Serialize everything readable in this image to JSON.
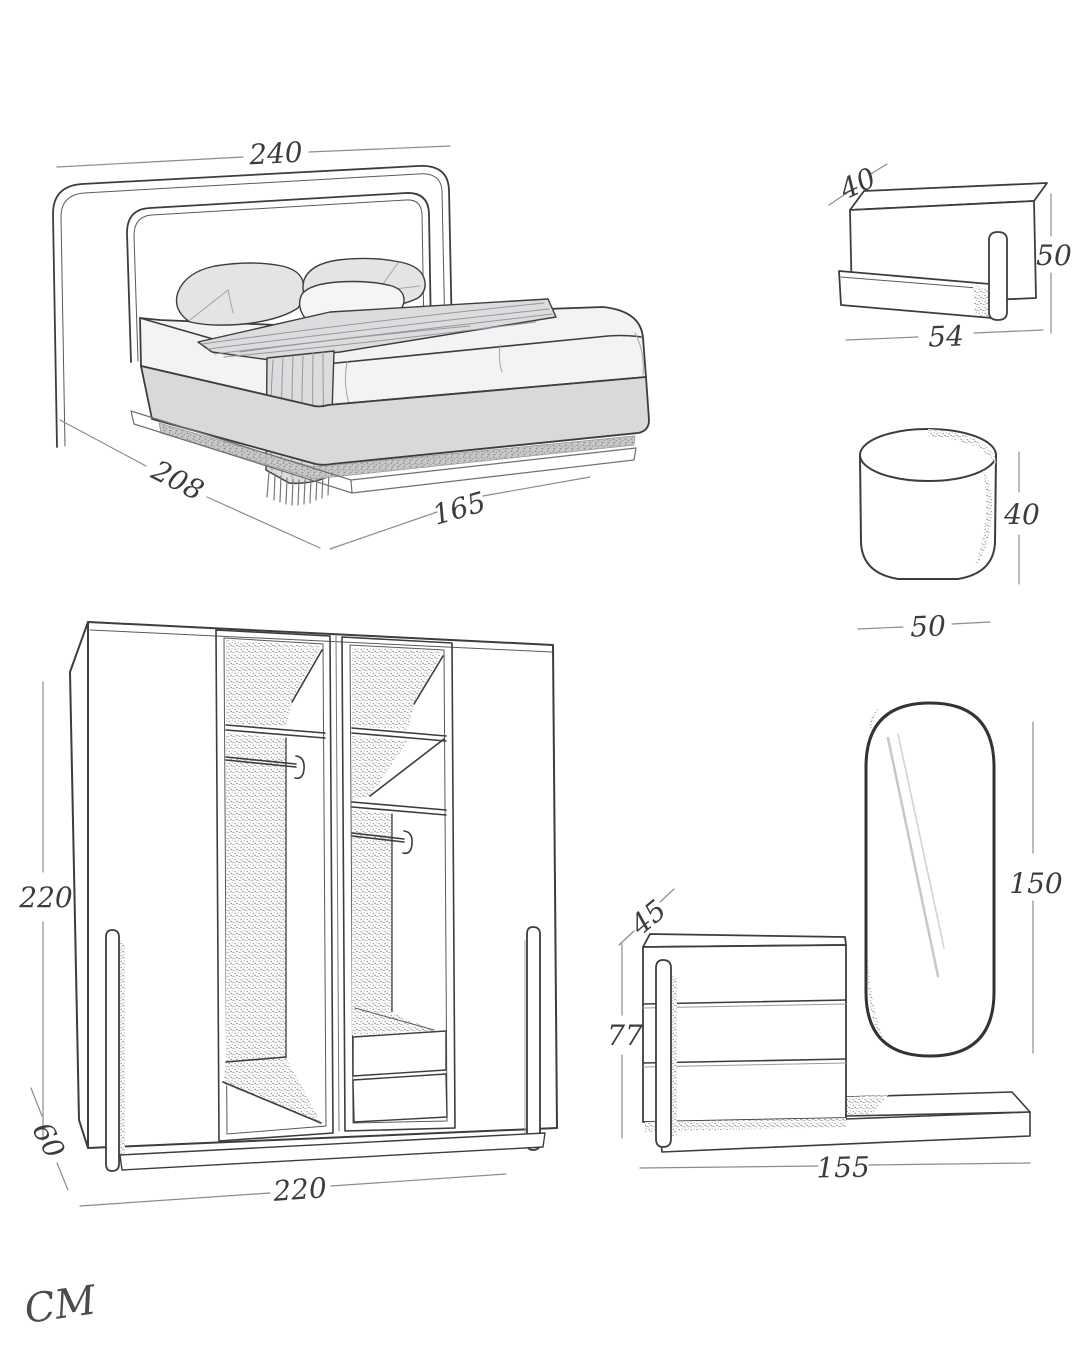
{
  "signature": "CM",
  "palette": {
    "background": "#ffffff",
    "line": "#3d3d3d",
    "dim_line": "#8c8c8c",
    "dim_text": "#3c3c3c",
    "mattress_fill": "#f2f3f4",
    "base_fill": "#d8d9da",
    "blanket_fill": "#dbdcde",
    "pillow_fill": "#e3e4e6"
  },
  "furniture": {
    "bed": {
      "width": "240",
      "depth": "208",
      "front_width": "165"
    },
    "nightstand": {
      "depth": "40",
      "height": "50",
      "width": "54"
    },
    "pouf": {
      "height": "40",
      "diameter": "50"
    },
    "wardrobe": {
      "height": "220",
      "depth": "60",
      "width": "220"
    },
    "dresser": {
      "depth": "45",
      "height": "77",
      "width": "155"
    },
    "mirror": {
      "height": "150"
    }
  }
}
